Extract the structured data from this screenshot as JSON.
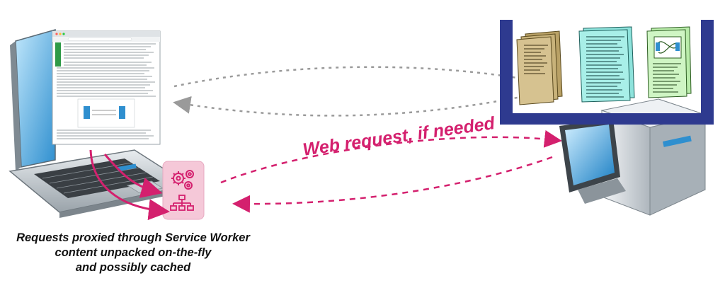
{
  "diagram": {
    "web_request_label": "Web request, if needed",
    "caption_lines": [
      "Requests proxied through Service Worker",
      "content unpacked on-the-fly",
      "and possibly cached"
    ],
    "colors": {
      "accent_pink": "#d4206e",
      "arrow_gray": "#9a9a9a",
      "server_frame_blue": "#2e3a8f",
      "service_worker_tile": "#f5c8d8",
      "doc_tan": "#c8b27a",
      "doc_teal": "#a8efe8",
      "doc_green": "#cff5c4"
    },
    "icons": {
      "laptop": "laptop-icon",
      "service_worker": "service-worker-icon",
      "gears": "gears-icon",
      "sitemap": "sitemap-icon",
      "server": "server-icon",
      "documents": "document-stack-icon"
    }
  }
}
